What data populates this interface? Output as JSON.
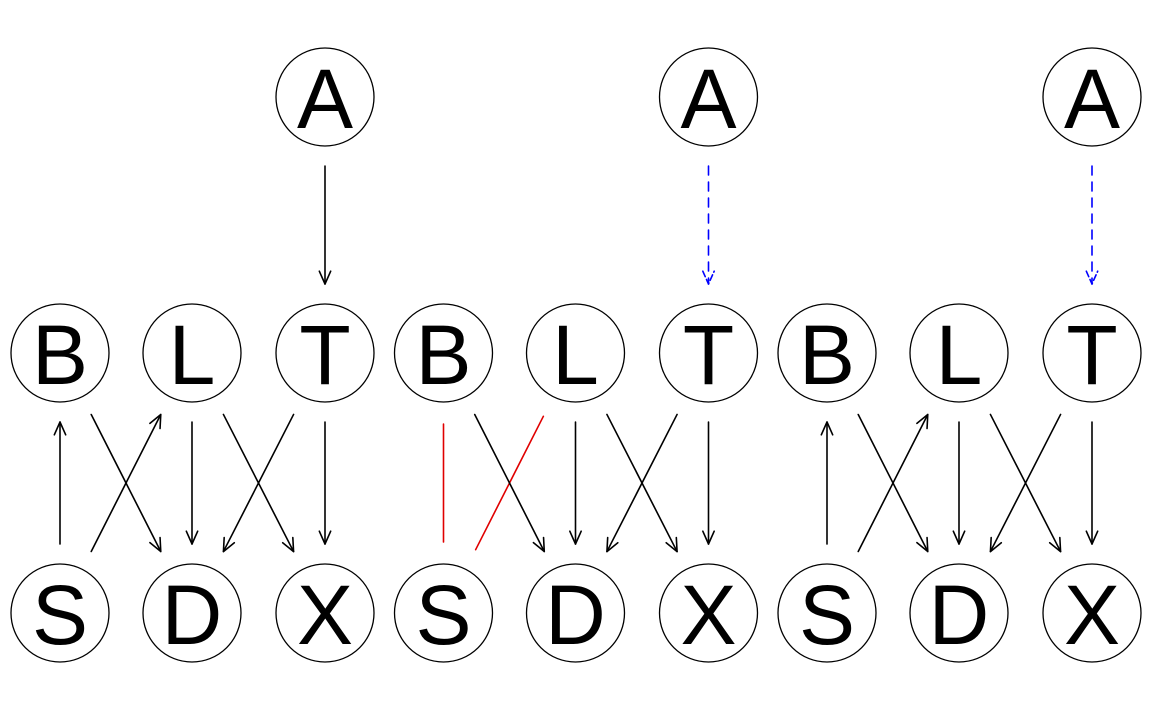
{
  "colors": {
    "edge_default": "#000000",
    "edge_removed": "#e00000",
    "edge_dashed": "#0000ff"
  },
  "panels": [
    {
      "nodes": {
        "A": "A",
        "B": "B",
        "L": "L",
        "T": "T",
        "S": "S",
        "D": "D",
        "X": "X"
      },
      "edges": [
        {
          "from": "A",
          "to": "T",
          "kind": "arrow"
        },
        {
          "from": "S",
          "to": "B",
          "kind": "arrow"
        },
        {
          "from": "S",
          "to": "L",
          "kind": "arrow"
        },
        {
          "from": "B",
          "to": "D",
          "kind": "arrow"
        },
        {
          "from": "L",
          "to": "D",
          "kind": "arrow"
        },
        {
          "from": "L",
          "to": "X",
          "kind": "arrow"
        },
        {
          "from": "T",
          "to": "D",
          "kind": "arrow"
        },
        {
          "from": "T",
          "to": "X",
          "kind": "arrow"
        }
      ]
    },
    {
      "nodes": {
        "A": "A",
        "B": "B",
        "L": "L",
        "T": "T",
        "S": "S",
        "D": "D",
        "X": "X"
      },
      "edges": [
        {
          "from": "A",
          "to": "T",
          "kind": "dashed-arrow"
        },
        {
          "from": "S",
          "to": "B",
          "kind": "removed"
        },
        {
          "from": "S",
          "to": "L",
          "kind": "removed"
        },
        {
          "from": "B",
          "to": "D",
          "kind": "arrow"
        },
        {
          "from": "L",
          "to": "D",
          "kind": "arrow"
        },
        {
          "from": "L",
          "to": "X",
          "kind": "arrow"
        },
        {
          "from": "T",
          "to": "D",
          "kind": "arrow"
        },
        {
          "from": "T",
          "to": "X",
          "kind": "arrow"
        }
      ]
    },
    {
      "nodes": {
        "A": "A",
        "B": "B",
        "L": "L",
        "T": "T",
        "S": "S",
        "D": "D",
        "X": "X"
      },
      "edges": [
        {
          "from": "A",
          "to": "T",
          "kind": "dashed-arrow"
        },
        {
          "from": "S",
          "to": "B",
          "kind": "arrow"
        },
        {
          "from": "S",
          "to": "L",
          "kind": "arrow"
        },
        {
          "from": "B",
          "to": "D",
          "kind": "arrow"
        },
        {
          "from": "L",
          "to": "D",
          "kind": "arrow"
        },
        {
          "from": "L",
          "to": "X",
          "kind": "arrow"
        },
        {
          "from": "T",
          "to": "D",
          "kind": "arrow"
        },
        {
          "from": "T",
          "to": "X",
          "kind": "arrow"
        }
      ]
    }
  ]
}
